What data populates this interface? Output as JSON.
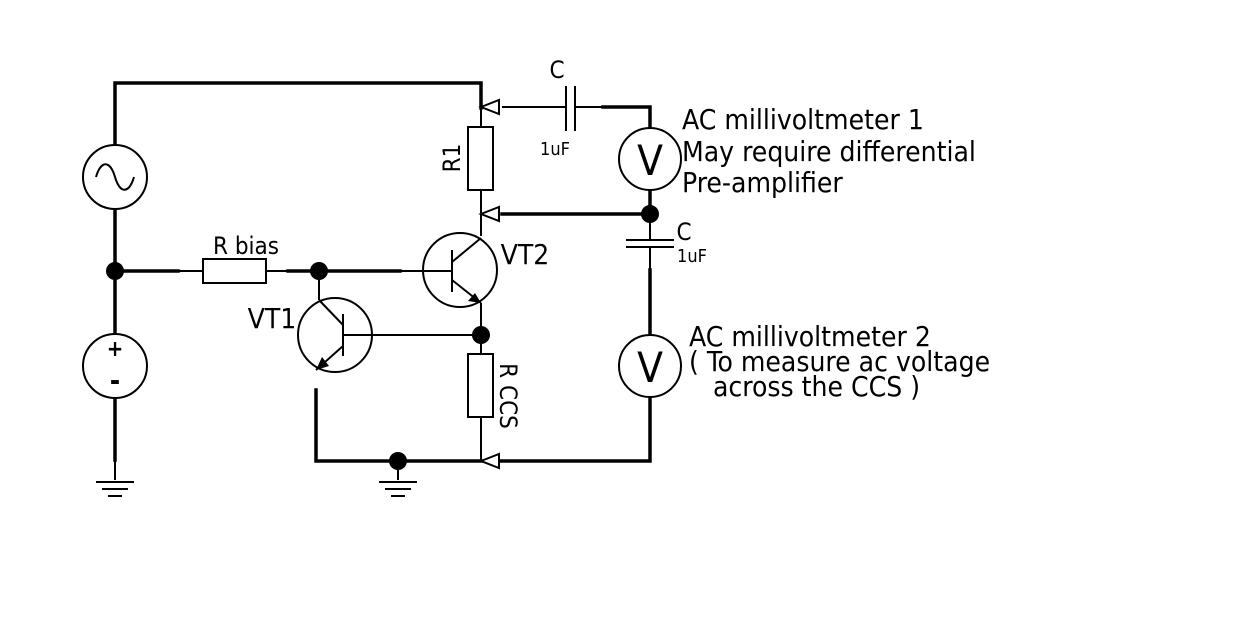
{
  "components": {
    "r1": "R1",
    "r_bias": "R bias",
    "r_ccs": "R CCS",
    "vt1": "VT1",
    "vt2": "VT2",
    "cap_top": {
      "name": "C",
      "value": "1uF"
    },
    "cap_mid": {
      "name": "C",
      "value": "1uF"
    },
    "ac_source_icon": "sine-wave-icon",
    "dc_source": {
      "plus": "+",
      "minus": "-"
    },
    "voltmeter_symbol": "V"
  },
  "notes": {
    "meter1": [
      "AC millivoltmeter 1",
      "May require differential",
      "Pre-amplifier"
    ],
    "meter2": [
      "AC millivoltmeter 2",
      "( To measure ac voltage",
      "across the CCS )"
    ]
  }
}
